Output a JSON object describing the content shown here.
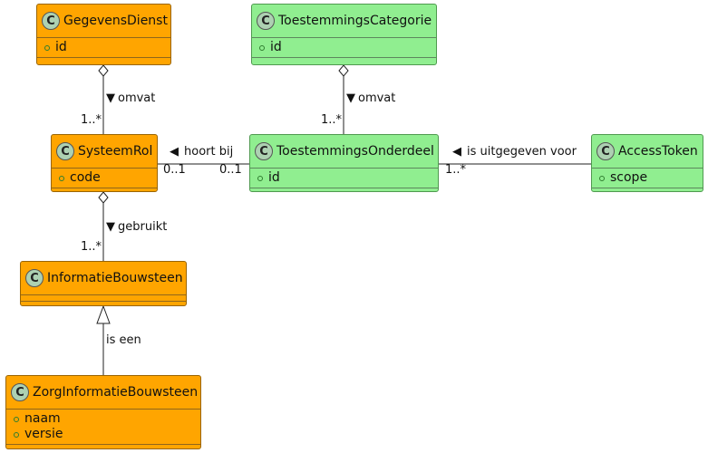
{
  "classes": {
    "gegevensdienst": {
      "name": "GegevensDienst",
      "attributes": [
        "id"
      ],
      "color": "#ffa500"
    },
    "systeemrol": {
      "name": "SysteemRol",
      "attributes": [
        "code"
      ],
      "color": "#ffa500"
    },
    "informatiebouwsteen": {
      "name": "InformatieBouwsteen",
      "attributes": [],
      "color": "#ffa500"
    },
    "zorginformatiebouwsteen": {
      "name": "ZorgInformatieBouwsteen",
      "attributes": [
        "naam",
        "versie"
      ],
      "color": "#ffa500"
    },
    "toestemmingscategorie": {
      "name": "ToestemmingsCategorie",
      "attributes": [
        "id"
      ],
      "color": "#90ee90"
    },
    "toestemmingsonderdeel": {
      "name": "ToestemmingsOnderdeel",
      "attributes": [
        "id"
      ],
      "color": "#90ee90"
    },
    "accesstoken": {
      "name": "AccessToken",
      "attributes": [
        "scope"
      ],
      "color": "#90ee90"
    }
  },
  "class_icon_letter": "C",
  "relations": {
    "gd_sr": {
      "type": "aggregation",
      "label": "omvat",
      "direction_marker": "▼",
      "multiplicity": "1..*"
    },
    "tc_to": {
      "type": "aggregation",
      "label": "omvat",
      "direction_marker": "▼",
      "multiplicity": "1..*"
    },
    "sr_ib": {
      "type": "aggregation",
      "label": "gebruikt",
      "direction_marker": "▼",
      "multiplicity": "1..*"
    },
    "sr_to": {
      "type": "association",
      "label": "hoort bij",
      "direction_marker": "◀",
      "multiplicity_left": "0..1",
      "multiplicity_right": "0..1"
    },
    "to_at": {
      "type": "association",
      "label": "is uitgegeven voor",
      "direction_marker": "◀",
      "multiplicity_left": "1..*"
    },
    "zib_ib": {
      "type": "generalization",
      "label": "is een"
    }
  }
}
